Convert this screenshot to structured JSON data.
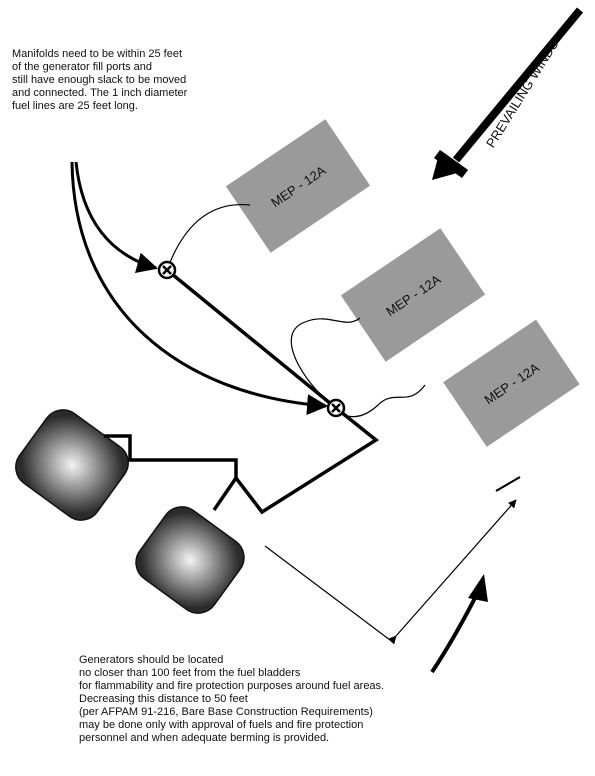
{
  "top_note": {
    "lines": [
      "Manifolds need to be within 25 feet",
      "of the generator fill ports and",
      "still have enough slack to be moved",
      "and connected. The 1 inch diameter",
      "fuel lines are 25 feet long."
    ]
  },
  "bottom_note": {
    "lines": [
      "Generators should be located",
      "no closer than 100 feet from the fuel bladders",
      "for flammability and fire protection purposes around fuel areas.",
      "Decreasing this distance to 50 feet",
      "(per AFPAM 91-216, Bare Base Construction Requirements)",
      "may be done only with approval of fuels and fire protection",
      "personnel and when adequate berming is provided."
    ]
  },
  "wind_label": "PREVAILING WINDS",
  "generators": [
    {
      "label": "MEP - 12A"
    },
    {
      "label": "MEP - 12A"
    },
    {
      "label": "MEP - 12A"
    }
  ],
  "colors": {
    "generator_fill": "#9a9a9a",
    "line": "#000000",
    "bladder_dark": "#2e2e2e",
    "bladder_light": "#f2f2f2"
  }
}
